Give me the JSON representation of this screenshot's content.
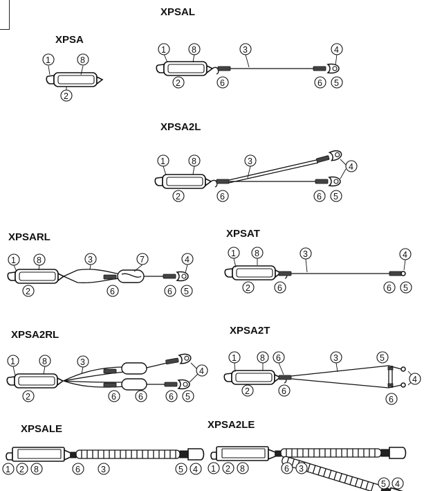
{
  "titles": {
    "xpsa": "XPSA",
    "xpsal": "XPSAL",
    "xpsa2l": "XPSA2L",
    "xpsarl": "XPSARL",
    "xpsat": "XPSAT",
    "xpsa2rl": "XPSA2RL",
    "xpsa2t": "XPSA2T",
    "xpsale": "XPSALE",
    "xpsa2le": "XPSA2LE"
  },
  "callouts": {
    "n1": "1",
    "n2": "2",
    "n3": "3",
    "n4": "4",
    "n5": "5",
    "n6": "6",
    "n7": "7",
    "n8": "8"
  }
}
